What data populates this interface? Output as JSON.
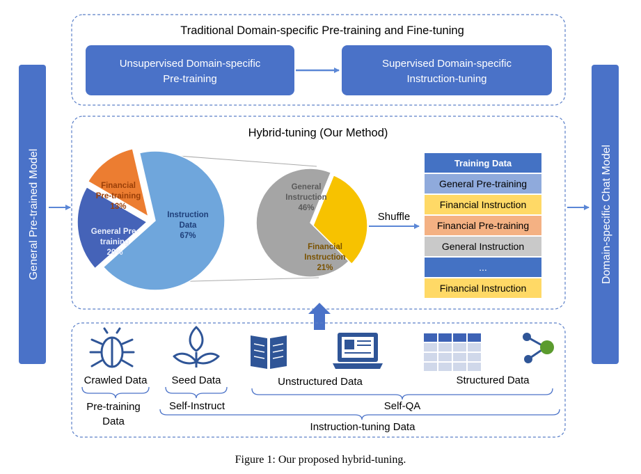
{
  "left_model": "General Pre-trained Model",
  "right_model": "Domain-specific Chat Model",
  "traditional": {
    "title": "Traditional Domain-specific Pre-training and Fine-tuning",
    "box1_line1": "Unsupervised Domain-specific",
    "box1_line2": "Pre-training",
    "box2_line1": "Supervised Domain-specific",
    "box2_line2": "Instruction-tuning"
  },
  "hybrid": {
    "title": "Hybrid-tuning (Our Method)",
    "shuffle": "Shuffle"
  },
  "pie_main": {
    "slices": [
      {
        "label_lines": [
          "Instruction",
          "Data",
          "67%"
        ],
        "value": 67,
        "color": "#6fa6dc"
      },
      {
        "label_lines": [
          "General Pre-",
          "training",
          "20%"
        ],
        "value": 20,
        "color": "#4563b8"
      },
      {
        "label_lines": [
          "Financial",
          "Pre-training",
          "13%"
        ],
        "value": 13,
        "color": "#ec7d31"
      }
    ]
  },
  "pie_instr": {
    "slices": [
      {
        "label_lines": [
          "General",
          "Instruction",
          "46%"
        ],
        "value": 46,
        "color": "#a5a5a5"
      },
      {
        "label_lines": [
          "Financial",
          "Instruction",
          "21%"
        ],
        "value": 21,
        "color": "#f7c200"
      }
    ]
  },
  "training_data": {
    "header": "Training Data",
    "rows": [
      {
        "label": "General Pre-training",
        "color": "#8faadc"
      },
      {
        "label": "Financial Instruction",
        "color": "#ffd966"
      },
      {
        "label": "Financial Pre-training",
        "color": "#f4b183"
      },
      {
        "label": "General Instruction",
        "color": "#c9c9c9"
      },
      {
        "label": "...",
        "color": "#4472c4"
      },
      {
        "label": "Financial Instruction",
        "color": "#ffd966"
      }
    ]
  },
  "sources": {
    "crawled": "Crawled Data",
    "seed": "Seed Data",
    "unstructured": "Unstructured Data",
    "structured": "Structured Data",
    "pretraining_line1": "Pre-training",
    "pretraining_line2": "Data",
    "self_instruct": "Self-Instruct",
    "self_qa": "Self-QA",
    "instruction_tuning": "Instruction-tuning Data"
  },
  "icons": [
    "bug-icon",
    "sprout-icon",
    "book-icon",
    "monitor-icon",
    "table-icon",
    "share-node-icon"
  ],
  "colors": {
    "accent": "#4472c4",
    "box": "#4a72c8",
    "dash": "#5a7fc8"
  },
  "caption": "Figure 1: Our proposed hybrid-tuning."
}
